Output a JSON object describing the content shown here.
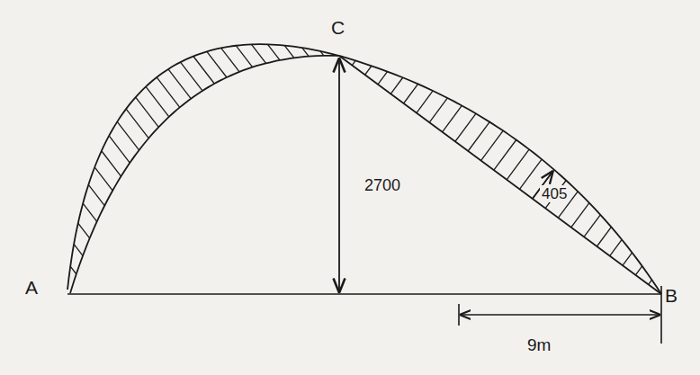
{
  "diagram": {
    "labels": [
      "C",
      "2700",
      "405",
      "A",
      "B",
      "9m"
    ]
  }
}
